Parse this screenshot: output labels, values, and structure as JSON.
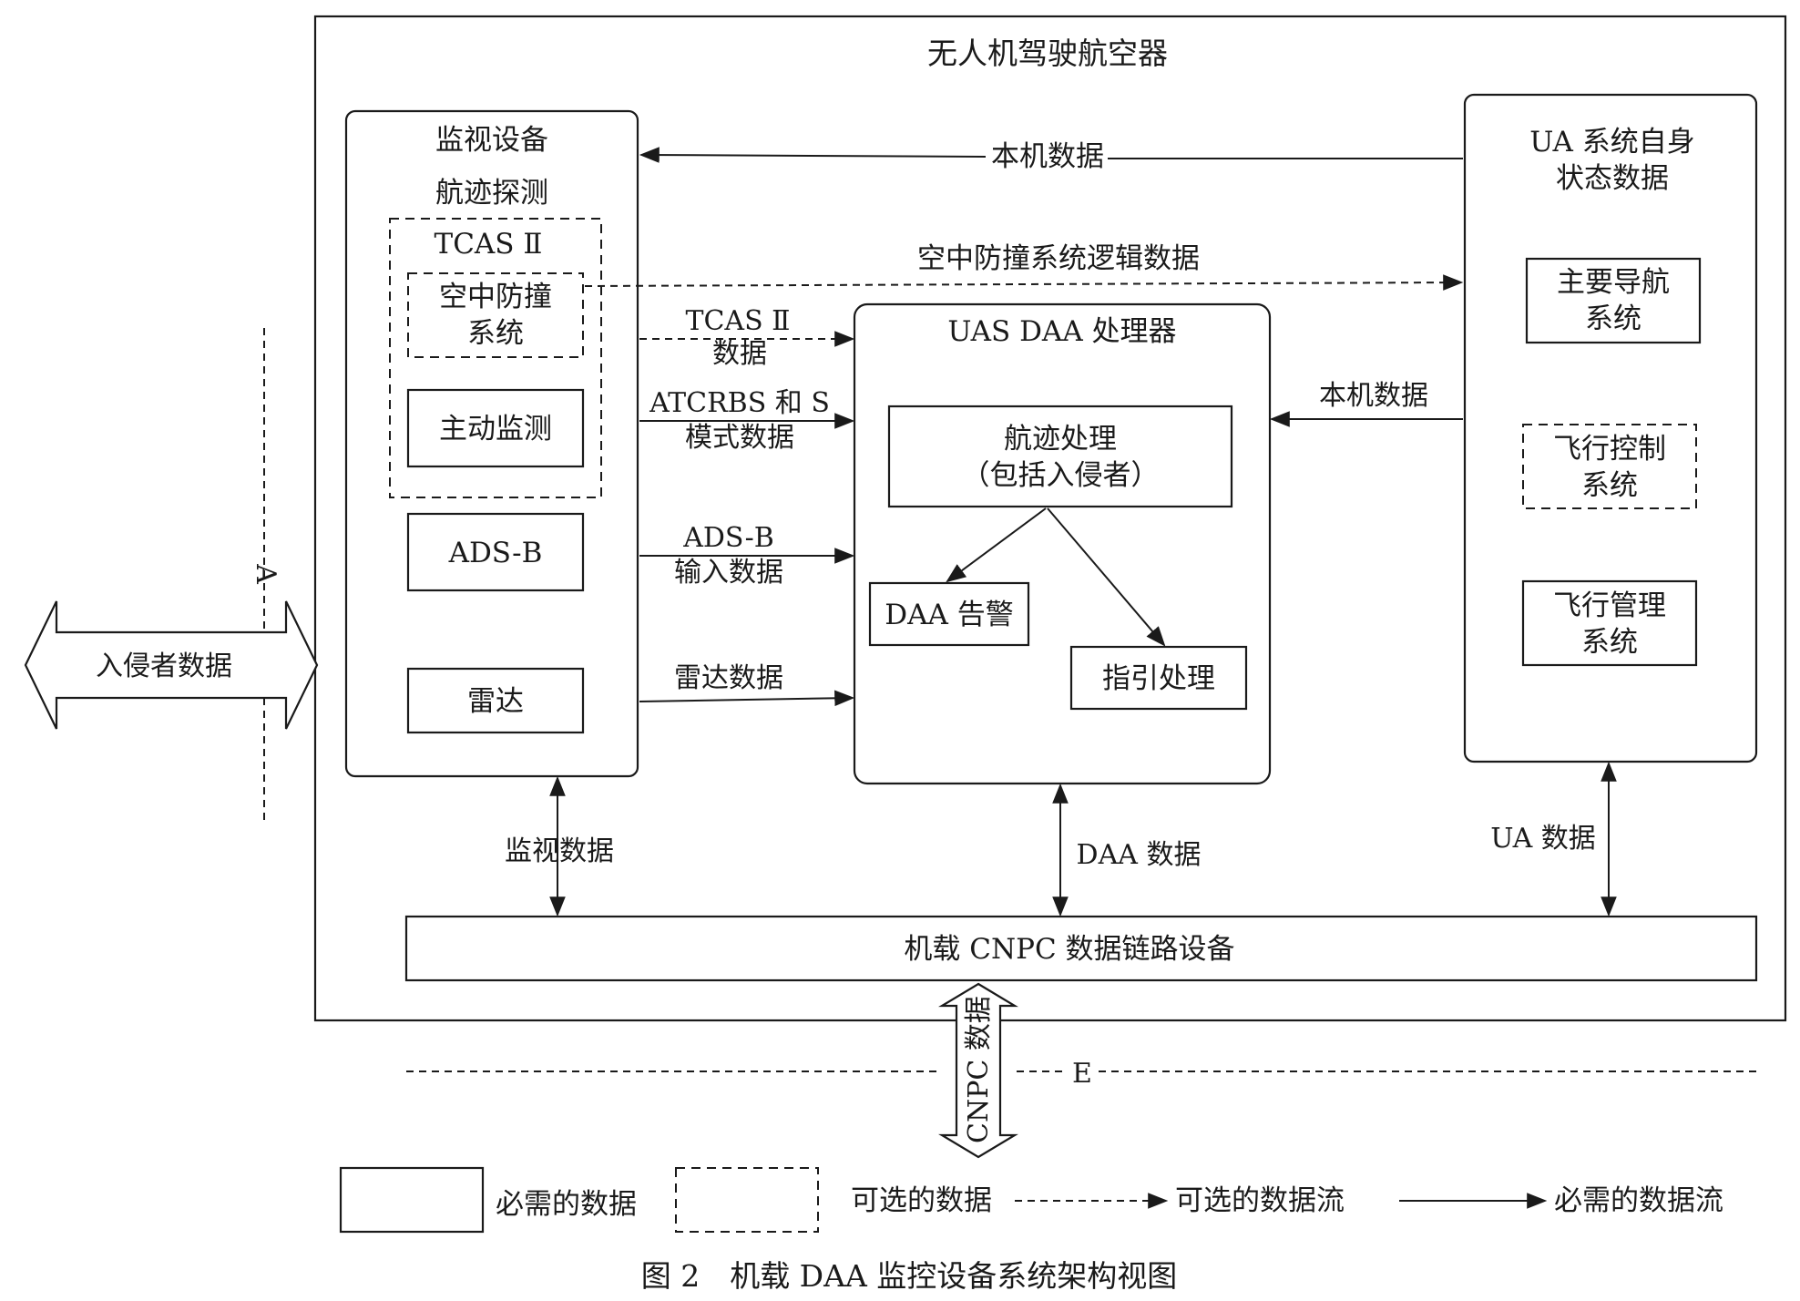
{
  "aircraft": {
    "title": "无人机驾驶航空器"
  },
  "surveillance": {
    "title": "监视设备",
    "subtitle": "航迹探测",
    "tcas_title": "TCAS Ⅱ",
    "collision_line1": "空中防撞",
    "collision_line2": "系统",
    "active": "主动监测",
    "adsb": "ADS-B",
    "radar": "雷达"
  },
  "processor": {
    "title": "UAS DAA 处理器",
    "track_line1": "航迹处理",
    "track_line2": "（包括入侵者）",
    "alert": "DAA 告警",
    "guidance": "指引处理"
  },
  "ua_system": {
    "title_line1": "UA 系统自身",
    "title_line2": "状态数据",
    "nav_line1": "主要导航",
    "nav_line2": "系统",
    "fcs_line1": "飞行控制",
    "fcs_line2": "系统",
    "fms_line1": "飞行管理",
    "fms_line2": "系统"
  },
  "flows": {
    "own_data_top": "本机数据",
    "logic_data": "空中防撞系统逻辑数据",
    "tcas_line1": "TCAS Ⅱ",
    "tcas_line2": "数据",
    "atcrbs_line1": "ATCRBS 和 S",
    "atcrbs_line2": "模式数据",
    "adsb_line1": "ADS-B",
    "adsb_line2": "输入数据",
    "radar_data": "雷达数据",
    "own_data_right": "本机数据",
    "surv_data": "监视数据",
    "daa_data": "DAA 数据",
    "ua_data": "UA 数据",
    "cnpc_data": "CNPC 数据"
  },
  "datalink": {
    "label": "机载 CNPC 数据链路设备"
  },
  "intruder": {
    "label": "入侵者数据",
    "interface_a": "A",
    "interface_e": "E"
  },
  "legend": {
    "required_data": "必需的数据",
    "optional_data": "可选的数据",
    "optional_flow": "可选的数据流",
    "required_flow": "必需的数据流"
  },
  "caption": "图 2　机载 DAA 监控设备系统架构视图"
}
